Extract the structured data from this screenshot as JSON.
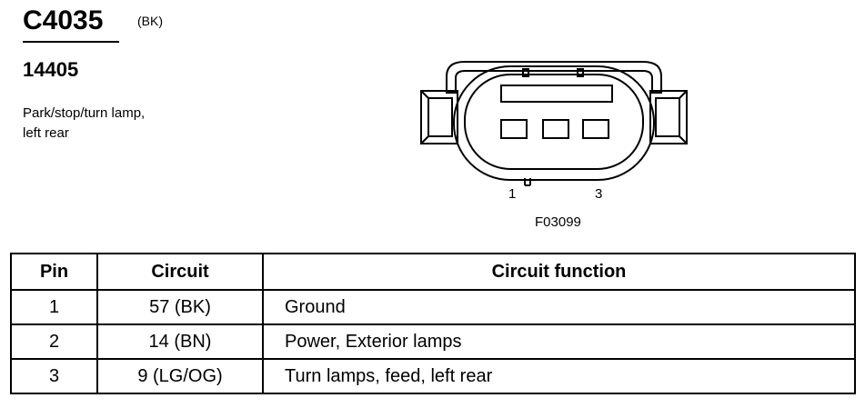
{
  "header": {
    "connector_id": "C4035",
    "color_code": "(BK)",
    "part_number": "14405",
    "description_lines": [
      "Park/stop/turn lamp,",
      "left rear"
    ]
  },
  "diagram": {
    "pin_labels": [
      "1",
      "3"
    ],
    "figure_id": "F03099"
  },
  "table": {
    "headers": [
      "Pin",
      "Circuit",
      "Circuit function"
    ],
    "rows": [
      {
        "pin": "1",
        "circuit": "57 (BK)",
        "function": "Ground"
      },
      {
        "pin": "2",
        "circuit": "14 (BN)",
        "function": "Power, Exterior lamps"
      },
      {
        "pin": "3",
        "circuit": "9 (LG/OG)",
        "function": "Turn lamps, feed, left rear"
      }
    ]
  }
}
